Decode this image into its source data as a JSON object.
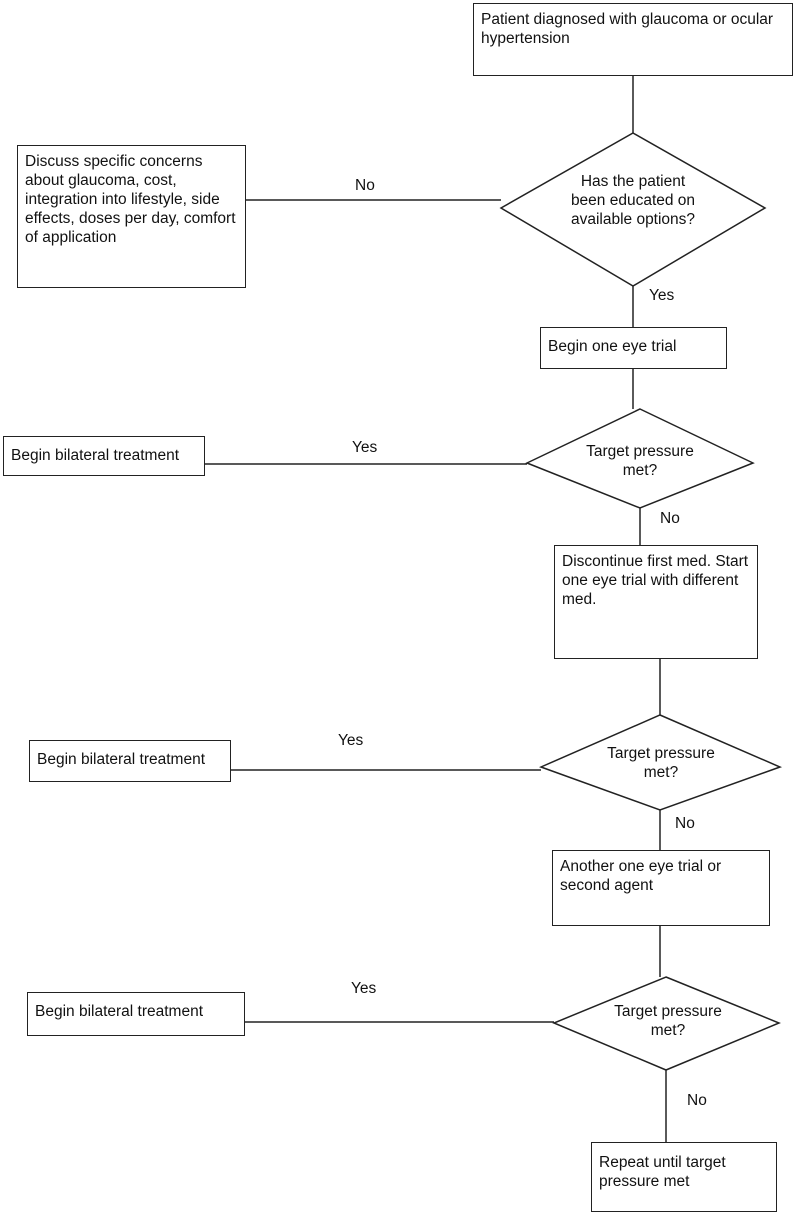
{
  "nodes": {
    "start": "Patient diagnosed with glaucoma or ocular hypertension",
    "discuss": "Discuss specific concerns about glaucoma, cost, integration into lifestyle, side effects, doses per day, comfort of application",
    "q_educated": "Has the patient been educated on available options?",
    "one_eye_trial": "Begin one eye trial",
    "q_target_1": "Target pressure met?",
    "bilateral_1": "Begin bilateral treatment",
    "discontinue": "Discontinue first med. Start one eye trial with different med.",
    "q_target_2": "Target pressure met?",
    "bilateral_2": "Begin bilateral treatment",
    "another_trial": "Another one eye trial or second agent",
    "q_target_3": "Target pressure met?",
    "bilateral_3": "Begin bilateral treatment",
    "repeat": "Repeat until target pressure met"
  },
  "edges": {
    "educated_no": "No",
    "educated_yes": "Yes",
    "target1_yes": "Yes",
    "target1_no": "No",
    "target2_yes": "Yes",
    "target2_no": "No",
    "target3_yes": "Yes",
    "target3_no": "No"
  }
}
